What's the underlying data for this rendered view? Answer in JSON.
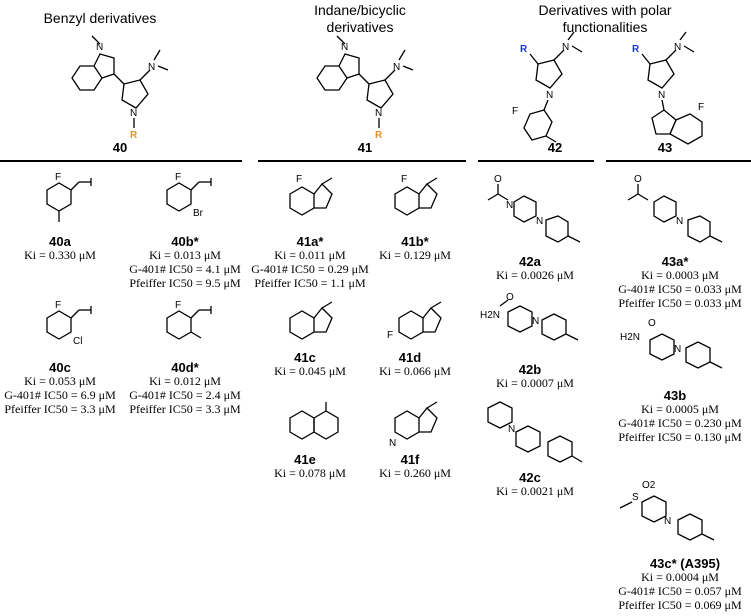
{
  "headers": {
    "benzyl": "Benzyl derivatives",
    "indane": "Indane/bicyclic\nderivatives",
    "polar": "Derivatives with polar\nfunctionalities"
  },
  "cores": [
    "40",
    "41",
    "42",
    "43"
  ],
  "compounds": {
    "c40a": {
      "name": "40a",
      "lines": [
        "Ki = 0.330 μM"
      ]
    },
    "c40b": {
      "name": "40b*",
      "lines": [
        "Ki = 0.013 μM",
        "G-401# IC50 = 4.1 μM",
        "Pfeiffer IC50 = 9.5 μM"
      ]
    },
    "c40c": {
      "name": "40c",
      "lines": [
        "Ki = 0.053 μM",
        "G-401# IC50 = 6.9 μM",
        "Pfeiffer IC50 = 3.3 μM"
      ]
    },
    "c40d": {
      "name": "40d*",
      "lines": [
        "Ki = 0.012 μM",
        "G-401# IC50 = 2.4 μM",
        "Pfeiffer IC50 = 3.3 μM"
      ]
    },
    "c41a": {
      "name": "41a*",
      "lines": [
        "Ki = 0.011 μM",
        "G-401# IC50 = 0.29 μM",
        "Pfeiffer IC50 = 1.1 μM"
      ]
    },
    "c41b": {
      "name": "41b*",
      "lines": [
        "Ki = 0.129 μM"
      ]
    },
    "c41c": {
      "name": "41c",
      "lines": [
        "Ki = 0.045 μM"
      ]
    },
    "c41d": {
      "name": "41d",
      "lines": [
        "Ki = 0.066 μM"
      ]
    },
    "c41e": {
      "name": "41e",
      "lines": [
        "Ki = 0.078 μM"
      ]
    },
    "c41f": {
      "name": "41f",
      "lines": [
        "Ki = 0.260 μM"
      ]
    },
    "c42a": {
      "name": "42a",
      "lines": [
        "Ki = 0.0026 μM"
      ]
    },
    "c42b": {
      "name": "42b",
      "lines": [
        "Ki = 0.0007 μM"
      ]
    },
    "c42c": {
      "name": "42c",
      "lines": [
        "Ki = 0.0021 μM"
      ]
    },
    "c43a": {
      "name": "43a*",
      "lines": [
        "Ki = 0.0003 μM",
        "G-401# IC50 = 0.033 μM",
        "Pfeiffer IC50 = 0.033 μM"
      ]
    },
    "c43b": {
      "name": "43b",
      "lines": [
        "Ki = 0.0005 μM",
        "G-401# IC50 = 0.230 μM",
        "Pfeiffer IC50 = 0.130 μM"
      ]
    },
    "c43c": {
      "name": "43c* (A395)",
      "lines": [
        "Ki = 0.0004 μM",
        "G-401# IC50 = 0.057 μM",
        "Pfeiffer IC50 = 0.069 μM"
      ]
    }
  },
  "atoms": {
    "N": "N",
    "R": "R",
    "F": "F",
    "Br": "Br",
    "Cl": "Cl",
    "O": "O",
    "H2N": "H2N",
    "S": "S",
    "O2": "O2"
  }
}
